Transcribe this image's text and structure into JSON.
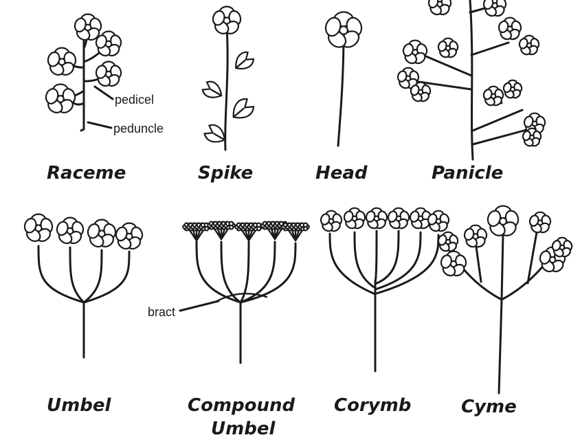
{
  "inflorescences": [
    {
      "id": "raceme",
      "name": "Raceme"
    },
    {
      "id": "spike",
      "name": "Spike"
    },
    {
      "id": "head",
      "name": "Head"
    },
    {
      "id": "panicle",
      "name": "Panicle"
    },
    {
      "id": "umbel",
      "name": "Umbel"
    },
    {
      "id": "compound-umbel",
      "name": "Compound",
      "name_line2": "Umbel"
    },
    {
      "id": "corymb",
      "name": "Corymb"
    },
    {
      "id": "cyme",
      "name": "Cyme"
    }
  ],
  "parts": {
    "pedicel": "pedicel",
    "peduncle": "peduncle",
    "bract": "bract"
  },
  "colors": {
    "ink": "#1a1a1a",
    "background": "#ffffff"
  }
}
